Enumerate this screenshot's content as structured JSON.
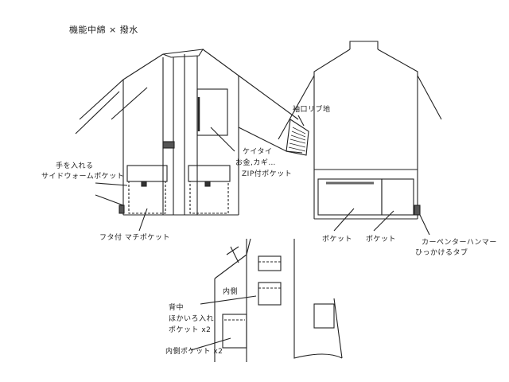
{
  "title": "機能中綿 × 撥水",
  "front": {
    "cuff_label": "袖口リブ地",
    "zip_pocket_lines": [
      "ケイタイ",
      "お金,カギ…",
      "ZIP付ポケット"
    ],
    "side_pocket_lines": [
      "手を入れる",
      "サイドウォームポケット"
    ],
    "flap_pocket_label": "フタ付 マチポケット"
  },
  "back": {
    "pocket_left_label": "ポケット",
    "pocket_right_label": "ポケット",
    "tab_lines": [
      "カーペンターハンマー",
      "ひっかけるタブ"
    ]
  },
  "inner": {
    "inside_label": "内側",
    "back_pocket_lines": [
      "背中",
      "ほかいろ入れ",
      "ポケット x2"
    ],
    "inner_pocket_label": "内側ポケット x2"
  },
  "colors": {
    "ink": "#222222",
    "paper": "#ffffff"
  }
}
